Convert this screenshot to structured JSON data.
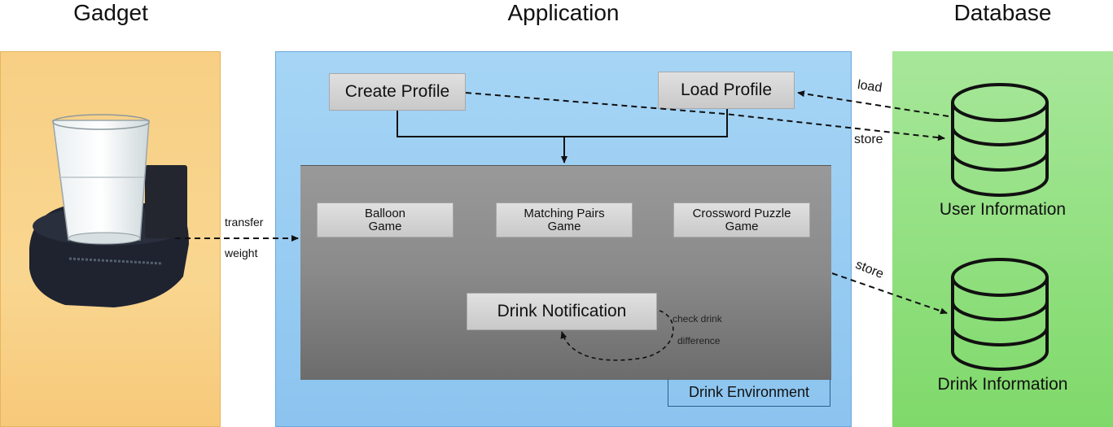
{
  "headings": {
    "gadget": "Gadget",
    "application": "Application",
    "database": "Database"
  },
  "profile": {
    "create": "Create Profile",
    "load": "Load Profile"
  },
  "games": {
    "balloon": "Balloon\nGame",
    "matching": "Matching Pairs\nGame",
    "crossword": "Crossword Puzzle\nGame"
  },
  "drink_notification": "Drink Notification",
  "drink_environment": "Drink Environment",
  "arrows": {
    "transfer": "transfer",
    "weight": "weight",
    "load": "load",
    "store_profile": "store",
    "store_drink": "store",
    "check_drink": "check drink",
    "difference": "difference"
  },
  "databases": {
    "user": "User Information",
    "drink": "Drink Information"
  },
  "colors": {
    "gadget": "#f8cf84",
    "application": "#8cc4ef",
    "database": "#8fe07c",
    "environment": "#8a8a8a"
  }
}
